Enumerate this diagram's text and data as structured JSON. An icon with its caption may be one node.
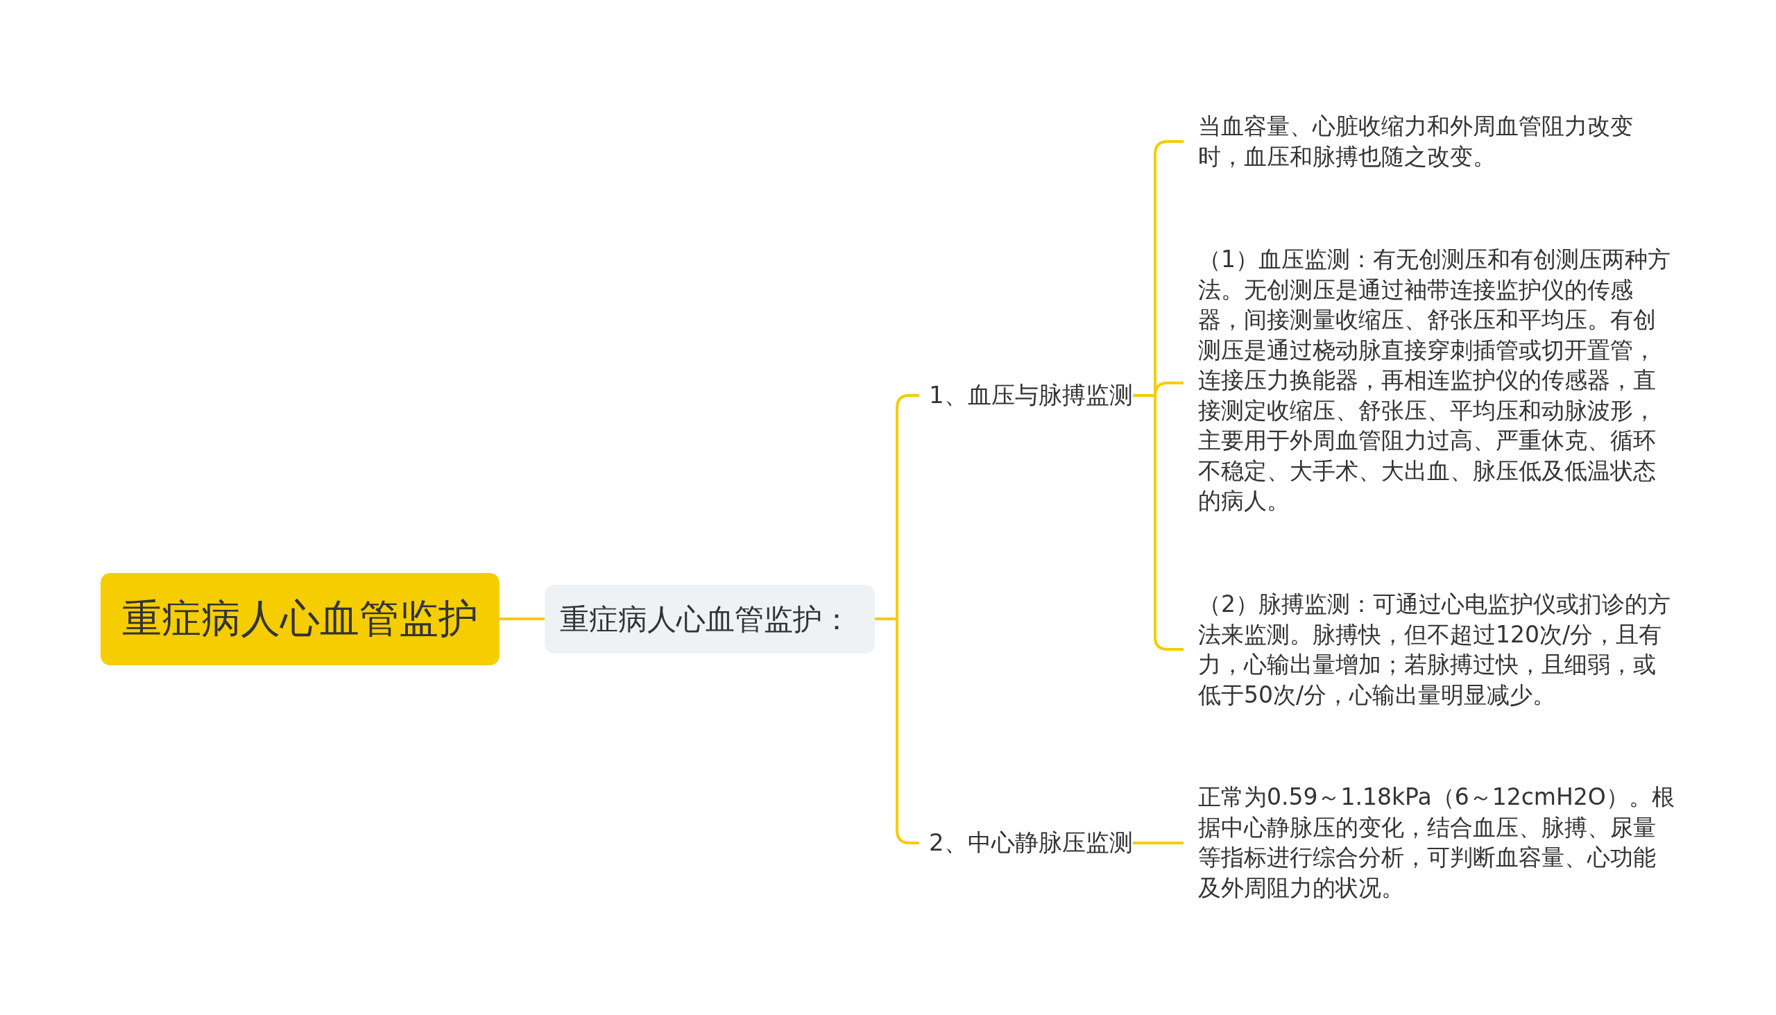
{
  "diagram": {
    "nodes": [
      {
        "text": [
          "重症病人心血管监护"
        ]
      },
      {
        "text": [
          "重症病人心血管监护："
        ]
      },
      {
        "text": [
          "1、血压与脉搏监测"
        ]
      },
      {
        "text": [
          "2、中心静脉压监测"
        ]
      },
      {
        "text": [
          "当血容量、心脏收缩力和外周血管阻力改变时，血压和脉搏也随之改变。"
        ]
      },
      {
        "text": [
          "（1）血压监测：有无创测压和有创测压两种方法。无创测压是通过袖带连接监护仪的传感器，间接测量收缩压、舒张压和平均压。有创测压是通过桡动脉直接穿刺插管或切开置管，连接压力换能器，再相连监护仪的传感器，直接测定收缩压、舒张压、平均压和动脉波形，主要用于外周血管阻力过高、严重休克、循环不稳定、大手术、大出血、脉压低及低温状态的病人。"
        ]
      },
      {
        "text": [
          "（2）脉搏监测：可通过心电监护仪或扪诊的方法来监测。脉搏快，但不超过120次/分，且有力，心输出量增加；若脉搏过快，且细弱，或低于50次/分，心输出量明显减少。"
        ]
      },
      {
        "text": [
          "正常为0.59～1.18kPa（6～12cmH2O）。根据中心静脉压的变化，结合血压、脉搏、尿量等指标进行综合分析，可判断血容量、心功能及外周阻力的状况。"
        ]
      }
    ],
    "edges": [
      {
        "from": 0,
        "to": 1,
        "arrow": "none"
      },
      {
        "from": 1,
        "to": 2,
        "arrow": "none"
      },
      {
        "from": 1,
        "to": 3,
        "arrow": "none"
      },
      {
        "from": 2,
        "to": 4,
        "arrow": "none"
      },
      {
        "from": 2,
        "to": 5,
        "arrow": "none"
      },
      {
        "from": 2,
        "to": 6,
        "arrow": "none"
      },
      {
        "from": 3,
        "to": 7,
        "arrow": "none"
      }
    ]
  }
}
